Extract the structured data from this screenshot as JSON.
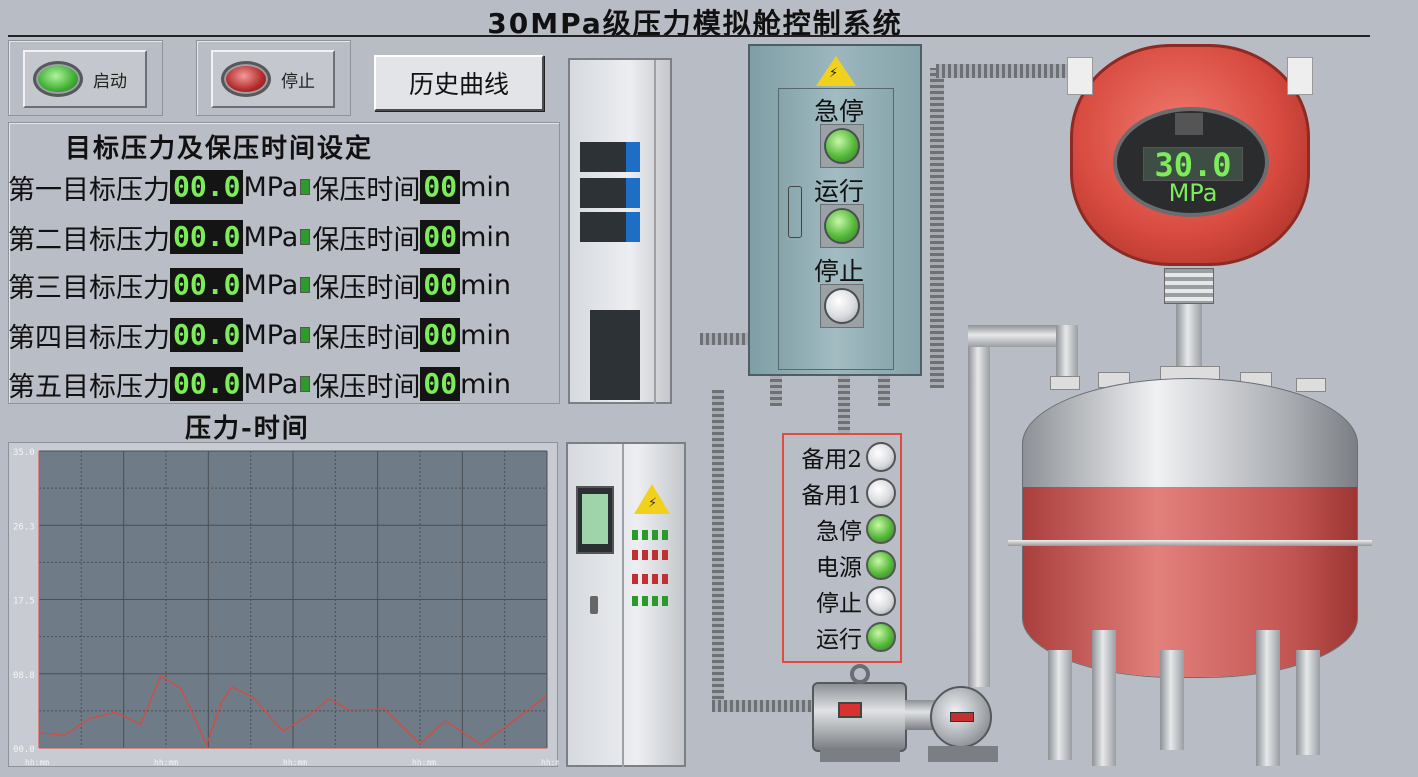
{
  "title": "30MPa级压力模拟舱控制系统",
  "controls": {
    "start_label": "启动",
    "stop_label": "停止",
    "history_label": "历史曲线"
  },
  "settings": {
    "title": "目标压力及保压时间设定",
    "rows": [
      {
        "label": "第一目标压力",
        "pressure": "00.0",
        "unit": "MPa",
        "hold_label": "保压时间",
        "time": "00",
        "time_unit": "min"
      },
      {
        "label": "第二目标压力",
        "pressure": "00.0",
        "unit": "MPa",
        "hold_label": "保压时间",
        "time": "00",
        "time_unit": "min"
      },
      {
        "label": "第三目标压力",
        "pressure": "00.0",
        "unit": "MPa",
        "hold_label": "保压时间",
        "time": "00",
        "time_unit": "min"
      },
      {
        "label": "第四目标压力",
        "pressure": "00.0",
        "unit": "MPa",
        "hold_label": "保压时间",
        "time": "00",
        "time_unit": "min"
      },
      {
        "label": "第五目标压力",
        "pressure": "00.0",
        "unit": "MPa",
        "hold_label": "保压时间",
        "time": "00",
        "time_unit": "min"
      }
    ]
  },
  "chart_title": "压力-时间",
  "chart_data": {
    "type": "line",
    "title": "压力-时间",
    "ylim": [
      0,
      35
    ],
    "y_ticks": [
      "35.0",
      "26.3",
      "17.5",
      "08.8",
      "00.0"
    ],
    "x_ticks": [
      "hh:mm",
      "hh:mm",
      "hh:mm",
      "hh:mm",
      "hh:mm"
    ],
    "grid": true,
    "series": [
      {
        "color": "#e0463a",
        "x": [
          0,
          5,
          10,
          15,
          20,
          24,
          28,
          33,
          36,
          38,
          42,
          48,
          53,
          57,
          61,
          68,
          75,
          80,
          87,
          93,
          100
        ],
        "y": [
          1.8,
          1.5,
          3.5,
          4.2,
          2.8,
          8.5,
          7.0,
          0.4,
          5.5,
          7.2,
          6.0,
          2.0,
          3.8,
          5.8,
          4.5,
          4.6,
          0.5,
          3.2,
          0.4,
          3.0,
          6.2
        ]
      }
    ]
  },
  "control_box": {
    "lamps": [
      {
        "label": "急停",
        "state": "green"
      },
      {
        "label": "运行",
        "state": "green"
      },
      {
        "label": "停止",
        "state": "white"
      }
    ]
  },
  "gauge": {
    "value": "30.0",
    "unit": "MPa"
  },
  "indicator_panel": {
    "rows": [
      {
        "label": "备用2",
        "state": "white"
      },
      {
        "label": "备用1",
        "state": "white"
      },
      {
        "label": "急停",
        "state": "green"
      },
      {
        "label": "电源",
        "state": "green"
      },
      {
        "label": "停止",
        "state": "white"
      },
      {
        "label": "运行",
        "state": "green"
      }
    ]
  },
  "colors": {
    "led_green": "#7cec5a",
    "vessel_red": "#c94a47",
    "gauge_red": "#d84b40",
    "alarm_red": "#e3493d"
  }
}
